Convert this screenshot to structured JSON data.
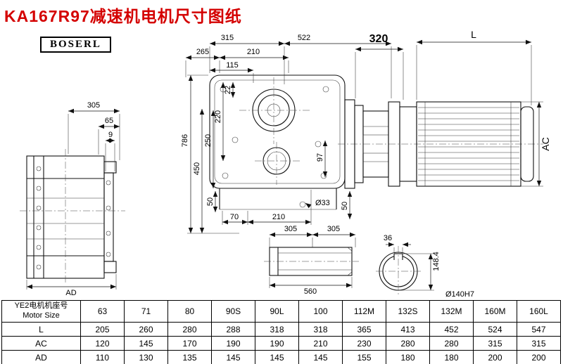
{
  "page": {
    "title": "KA167R97减速机电机尺寸图纸",
    "brand": "BOSERL"
  },
  "dims": {
    "left": {
      "d305": "305",
      "d65": "65",
      "d9": "9",
      "ad": "AD"
    },
    "main": {
      "t315": "315",
      "t522": "522",
      "t265": "265",
      "t210": "210",
      "t115": "115",
      "v22": "22",
      "v220": "220",
      "v250": "250",
      "v450": "450",
      "v786": "786",
      "v97": "97",
      "b50l": "50",
      "b70": "70",
      "b210": "210",
      "b50r": "50",
      "hole": "Ø33"
    },
    "motor": {
      "d320": "320",
      "dL": "L",
      "dAC": "AC"
    },
    "shaft": {
      "a305": "305",
      "b305": "305",
      "d560": "560"
    },
    "flange": {
      "k36": "36",
      "h148": "148.4",
      "bore": "Ø140H7"
    }
  },
  "table": {
    "header_cn": "YE2电机机座号",
    "header_en": "Motor Size",
    "sizes": [
      "63",
      "71",
      "80",
      "90S",
      "90L",
      "100",
      "112M",
      "132S",
      "132M",
      "160M",
      "160L"
    ],
    "rows": [
      {
        "label": "L",
        "values": [
          "205",
          "260",
          "280",
          "288",
          "318",
          "318",
          "365",
          "413",
          "452",
          "524",
          "547"
        ]
      },
      {
        "label": "AC",
        "values": [
          "120",
          "145",
          "170",
          "190",
          "190",
          "210",
          "230",
          "280",
          "280",
          "315",
          "315"
        ]
      },
      {
        "label": "AD",
        "values": [
          "110",
          "130",
          "135",
          "145",
          "145",
          "145",
          "155",
          "180",
          "180",
          "200",
          "200"
        ]
      }
    ]
  }
}
